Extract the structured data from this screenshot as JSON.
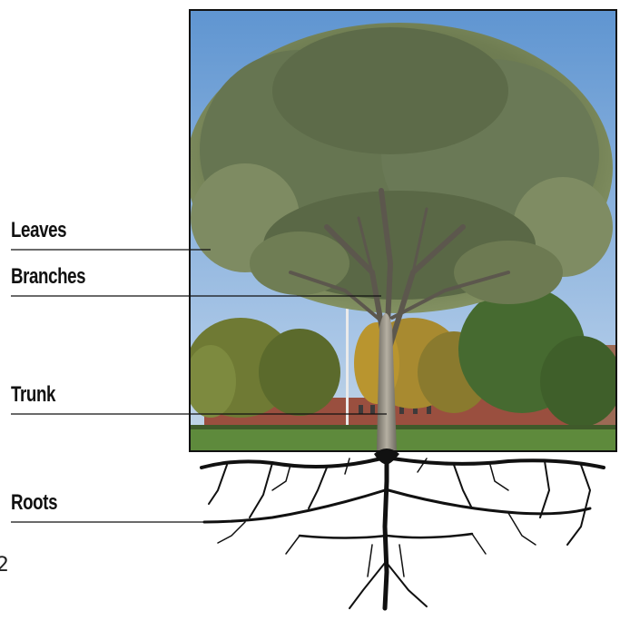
{
  "labels": {
    "leaves": "Leaves",
    "branches": "Branches",
    "trunk": "Trunk",
    "roots": "Roots"
  },
  "page_number": "2",
  "colors": {
    "sky_top": "#6fa1d6",
    "sky_bottom": "#b9d0e6",
    "canopy_dark": "#4a5a3c",
    "canopy_light": "#7d8c5e",
    "background_trees": "#6b7a36",
    "autumn_trees": "#b39138",
    "grass": "#5f8a3e",
    "building_brick": "#9c4c3c",
    "trunk": "#8a8478",
    "roots": "#111111",
    "frame": "#111111",
    "leader_line": "#111111"
  }
}
